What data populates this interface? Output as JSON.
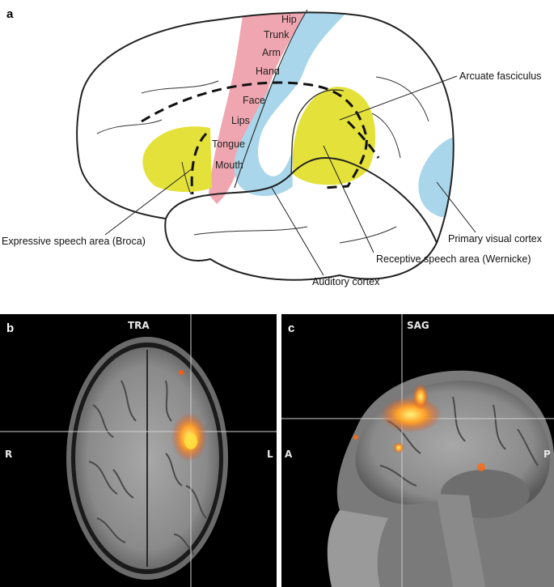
{
  "panels": {
    "a": {
      "letter": "a"
    },
    "b": {
      "letter": "b",
      "view": "TRA",
      "left_side": "R",
      "right_side": "L"
    },
    "c": {
      "letter": "c",
      "view": "SAG",
      "left_side": "A",
      "right_side": "P"
    }
  },
  "homunculus": [
    "Hip",
    "Trunk",
    "Arm",
    "Hand",
    "Face",
    "Lips",
    "Tongue",
    "Mouth"
  ],
  "callouts": {
    "arcuate": "Arcuate fasciculus",
    "broca": "Expressive speech area (Broca)",
    "visual": "Primary visual cortex",
    "wernicke": "Receptive speech area (Wernicke)",
    "auditory": "Auditory cortex"
  },
  "colors": {
    "motor_strip": "#f0a6b0",
    "sensory_strip": "#a9d6ea",
    "speech_area": "#e4e23a",
    "activation": "#ff7a10",
    "activation_core": "#ffe040"
  }
}
